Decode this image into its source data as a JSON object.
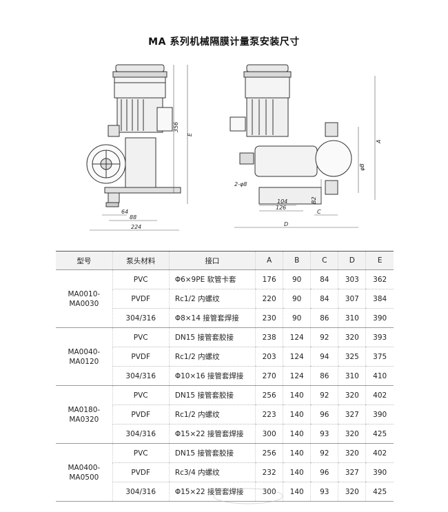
{
  "title": "MA 系列机械隔膜计量泵安装尺寸",
  "drawing": {
    "left_view": {
      "height_label": "356",
      "e_label": "E",
      "dim_64": "64",
      "dim_88": "88",
      "dim_224": "224"
    },
    "right_view": {
      "hole_label": "2-φ8",
      "dim_104": "104",
      "dim_126": "126",
      "b2_label": "B2",
      "c_label": "C",
      "d_label": "D",
      "a_label": "A",
      "phib_label": "φB"
    }
  },
  "table": {
    "headers": [
      "型号",
      "泵头材料",
      "接口",
      "A",
      "B",
      "C",
      "D",
      "E"
    ],
    "groups": [
      {
        "model_line1": "MA0010-",
        "model_line2": "MA0030",
        "rows": [
          {
            "mat": "PVC",
            "conn": "Φ6×9PE 软管卡套",
            "a": "176",
            "b": "90",
            "c": "84",
            "d": "303",
            "e": "362"
          },
          {
            "mat": "PVDF",
            "conn": "Rc1/2 内螺纹",
            "a": "220",
            "b": "90",
            "c": "84",
            "d": "307",
            "e": "384"
          },
          {
            "mat": "304/316",
            "conn": "Φ8×14 接管套焊接",
            "a": "230",
            "b": "90",
            "c": "86",
            "d": "310",
            "e": "390"
          }
        ]
      },
      {
        "model_line1": "MA0040-",
        "model_line2": "MA0120",
        "rows": [
          {
            "mat": "PVC",
            "conn": "DN15 接管套胶接",
            "a": "238",
            "b": "124",
            "c": "92",
            "d": "320",
            "e": "393"
          },
          {
            "mat": "PVDF",
            "conn": "Rc1/2 内螺纹",
            "a": "203",
            "b": "124",
            "c": "94",
            "d": "325",
            "e": "375"
          },
          {
            "mat": "304/316",
            "conn": "Φ10×16 接管套焊接",
            "a": "270",
            "b": "124",
            "c": "86",
            "d": "310",
            "e": "410"
          }
        ]
      },
      {
        "model_line1": "MA0180-",
        "model_line2": "MA0320",
        "rows": [
          {
            "mat": "PVC",
            "conn": "DN15 接管套胶接",
            "a": "256",
            "b": "140",
            "c": "92",
            "d": "320",
            "e": "402"
          },
          {
            "mat": "PVDF",
            "conn": "Rc1/2 内螺纹",
            "a": "223",
            "b": "140",
            "c": "96",
            "d": "327",
            "e": "390"
          },
          {
            "mat": "304/316",
            "conn": "Φ15×22 接管套焊接",
            "a": "300",
            "b": "140",
            "c": "93",
            "d": "320",
            "e": "425"
          }
        ]
      },
      {
        "model_line1": "MA0400-",
        "model_line2": "MA0500",
        "rows": [
          {
            "mat": "PVC",
            "conn": "DN15 接管套胶接",
            "a": "256",
            "b": "140",
            "c": "92",
            "d": "320",
            "e": "402"
          },
          {
            "mat": "PVDF",
            "conn": "Rc3/4 内螺纹",
            "a": "232",
            "b": "140",
            "c": "96",
            "d": "327",
            "e": "390"
          },
          {
            "mat": "304/316",
            "conn": "Φ15×22 接管套焊接",
            "a": "300",
            "b": "140",
            "c": "93",
            "d": "320",
            "e": "425"
          }
        ]
      }
    ]
  }
}
